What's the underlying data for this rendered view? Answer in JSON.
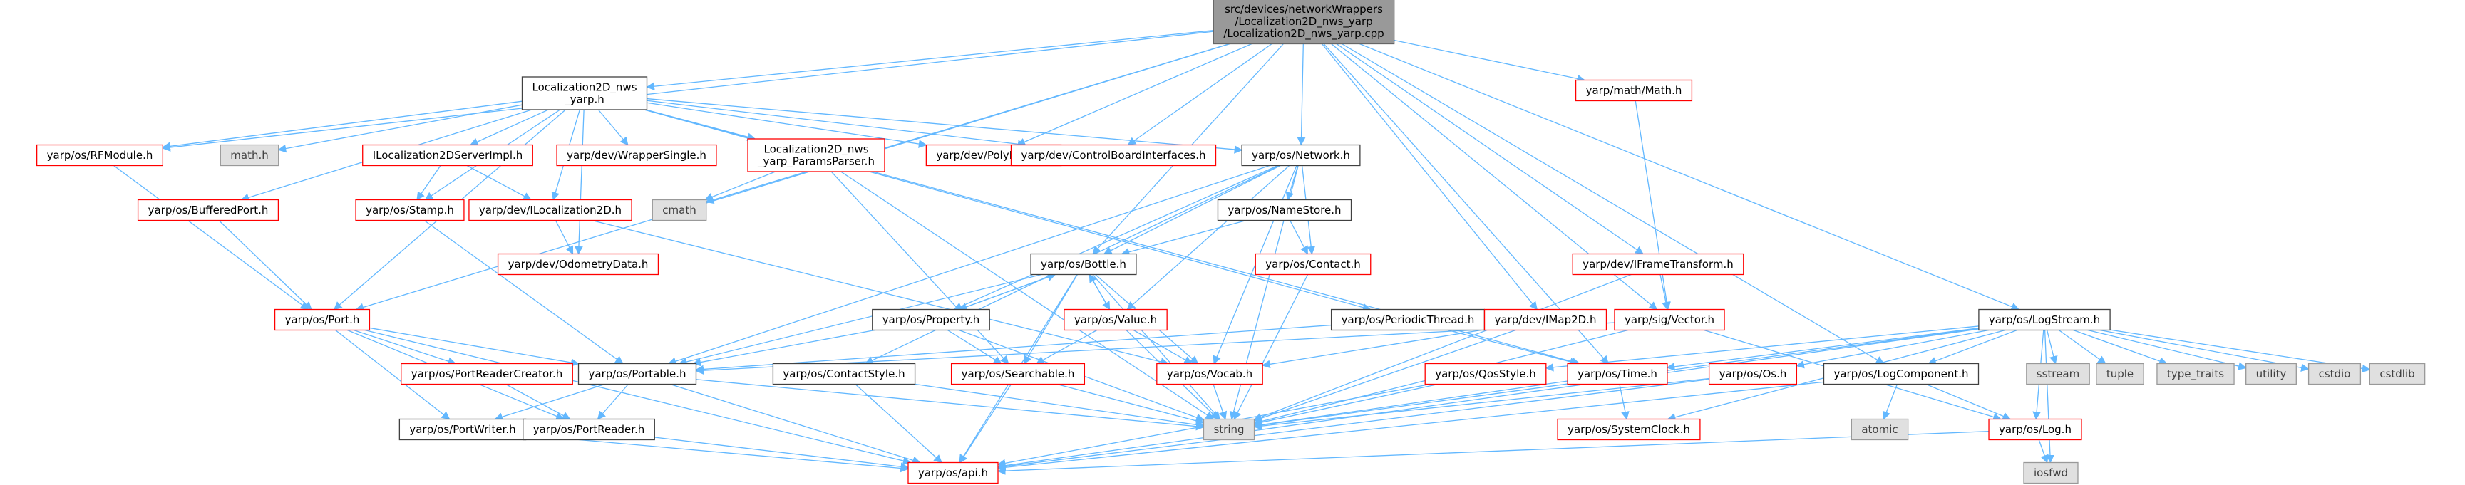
{
  "colors": {
    "edge": "#63b8ff",
    "root_fill": "#999999",
    "root_border": "#666666",
    "normal_border": "#404040",
    "missing_border": "#ff0000",
    "external_fill": "#e0e0e0",
    "external_border": "#999999",
    "external_text": "#404040"
  },
  "nodes": {
    "root": {
      "lines": [
        "src/devices/networkWrappers",
        "/Localization2D_nws_yarp",
        "/Localization2D_nws_yarp.cpp"
      ],
      "kind": "root"
    },
    "loc_h": {
      "lines": [
        "Localization2D_nws",
        "_yarp.h"
      ],
      "kind": "normal"
    },
    "rfmodule": {
      "lines": [
        "yarp/os/RFModule.h"
      ],
      "kind": "missing"
    },
    "bufport": {
      "lines": [
        "yarp/os/BufferedPort.h"
      ],
      "kind": "missing"
    },
    "math_h": {
      "lines": [
        "math.h"
      ],
      "kind": "external"
    },
    "iloc_impl": {
      "lines": [
        "ILocalization2DServerImpl.h"
      ],
      "kind": "missing"
    },
    "wrapsingle": {
      "lines": [
        "yarp/dev/WrapperSingle.h"
      ],
      "kind": "missing"
    },
    "params": {
      "lines": [
        "Localization2D_nws",
        "_yarp_ParamsParser.h"
      ],
      "kind": "missing"
    },
    "polydriver": {
      "lines": [
        "yarp/dev/PolyDriver.h"
      ],
      "kind": "missing"
    },
    "cbi": {
      "lines": [
        "yarp/dev/ControlBoardInterfaces.h"
      ],
      "kind": "missing"
    },
    "network": {
      "lines": [
        "yarp/os/Network.h"
      ],
      "kind": "normal"
    },
    "mathmath": {
      "lines": [
        "yarp/math/Math.h"
      ],
      "kind": "missing"
    },
    "stamp": {
      "lines": [
        "yarp/os/Stamp.h"
      ],
      "kind": "missing"
    },
    "iloc2d": {
      "lines": [
        "yarp/dev/ILocalization2D.h"
      ],
      "kind": "missing"
    },
    "cmath": {
      "lines": [
        "cmath"
      ],
      "kind": "external"
    },
    "namestore": {
      "lines": [
        "yarp/os/NameStore.h"
      ],
      "kind": "normal"
    },
    "odom": {
      "lines": [
        "yarp/dev/OdometryData.h"
      ],
      "kind": "missing"
    },
    "contact": {
      "lines": [
        "yarp/os/Contact.h"
      ],
      "kind": "missing"
    },
    "bottle": {
      "lines": [
        "yarp/os/Bottle.h"
      ],
      "kind": "normal"
    },
    "iframe": {
      "lines": [
        "yarp/dev/IFrameTransform.h"
      ],
      "kind": "missing"
    },
    "port": {
      "lines": [
        "yarp/os/Port.h"
      ],
      "kind": "missing"
    },
    "property": {
      "lines": [
        "yarp/os/Property.h"
      ],
      "kind": "normal"
    },
    "value": {
      "lines": [
        "yarp/os/Value.h"
      ],
      "kind": "missing"
    },
    "periodic": {
      "lines": [
        "yarp/os/PeriodicThread.h"
      ],
      "kind": "normal"
    },
    "imap2d": {
      "lines": [
        "yarp/dev/IMap2D.h"
      ],
      "kind": "missing"
    },
    "sigvector": {
      "lines": [
        "yarp/sig/Vector.h"
      ],
      "kind": "missing"
    },
    "logstream": {
      "lines": [
        "yarp/os/LogStream.h"
      ],
      "kind": "normal"
    },
    "prc": {
      "lines": [
        "yarp/os/PortReaderCreator.h"
      ],
      "kind": "missing"
    },
    "portable": {
      "lines": [
        "yarp/os/Portable.h"
      ],
      "kind": "normal"
    },
    "contactstyle": {
      "lines": [
        "yarp/os/ContactStyle.h"
      ],
      "kind": "normal"
    },
    "searchable": {
      "lines": [
        "yarp/os/Searchable.h"
      ],
      "kind": "missing"
    },
    "vocab": {
      "lines": [
        "yarp/os/Vocab.h"
      ],
      "kind": "missing"
    },
    "qosstyle": {
      "lines": [
        "yarp/os/QosStyle.h"
      ],
      "kind": "missing"
    },
    "time": {
      "lines": [
        "yarp/os/Time.h"
      ],
      "kind": "missing"
    },
    "os": {
      "lines": [
        "yarp/os/Os.h"
      ],
      "kind": "missing"
    },
    "logcomp": {
      "lines": [
        "yarp/os/LogComponent.h"
      ],
      "kind": "normal"
    },
    "sstream": {
      "lines": [
        "sstream"
      ],
      "kind": "external"
    },
    "tuple": {
      "lines": [
        "tuple"
      ],
      "kind": "external"
    },
    "type_traits": {
      "lines": [
        "type_traits"
      ],
      "kind": "external"
    },
    "utility": {
      "lines": [
        "utility"
      ],
      "kind": "external"
    },
    "cstdio": {
      "lines": [
        "cstdio"
      ],
      "kind": "external"
    },
    "cstdlib": {
      "lines": [
        "cstdlib"
      ],
      "kind": "external"
    },
    "portwriter": {
      "lines": [
        "yarp/os/PortWriter.h"
      ],
      "kind": "normal"
    },
    "portreader": {
      "lines": [
        "yarp/os/PortReader.h"
      ],
      "kind": "normal"
    },
    "string": {
      "lines": [
        "string"
      ],
      "kind": "external"
    },
    "sysclock": {
      "lines": [
        "yarp/os/SystemClock.h"
      ],
      "kind": "missing"
    },
    "atomic": {
      "lines": [
        "atomic"
      ],
      "kind": "external"
    },
    "log": {
      "lines": [
        "yarp/os/Log.h"
      ],
      "kind": "missing"
    },
    "api": {
      "lines": [
        "yarp/os/api.h"
      ],
      "kind": "missing"
    },
    "iosfwd": {
      "lines": [
        "iosfwd"
      ],
      "kind": "external"
    }
  },
  "edges": [
    [
      "root",
      "loc_h"
    ],
    [
      "root",
      "rfmodule"
    ],
    [
      "root",
      "cmath"
    ],
    [
      "root",
      "polydriver"
    ],
    [
      "root",
      "cbi"
    ],
    [
      "root",
      "network"
    ],
    [
      "root",
      "mathmath"
    ],
    [
      "root",
      "bottle"
    ],
    [
      "root",
      "imap2d"
    ],
    [
      "root",
      "iframe"
    ],
    [
      "root",
      "sigvector"
    ],
    [
      "root",
      "logcomp"
    ],
    [
      "root",
      "logstream"
    ],
    [
      "root",
      "port"
    ],
    [
      "root",
      "time"
    ],
    [
      "loc_h",
      "rfmodule"
    ],
    [
      "loc_h",
      "bufport"
    ],
    [
      "loc_h",
      "math_h"
    ],
    [
      "loc_h",
      "iloc_impl"
    ],
    [
      "loc_h",
      "wrapsingle"
    ],
    [
      "loc_h",
      "params"
    ],
    [
      "loc_h",
      "polydriver"
    ],
    [
      "loc_h",
      "cbi"
    ],
    [
      "loc_h",
      "network"
    ],
    [
      "loc_h",
      "stamp"
    ],
    [
      "loc_h",
      "iloc2d"
    ],
    [
      "loc_h",
      "odom"
    ],
    [
      "loc_h",
      "port"
    ],
    [
      "loc_h",
      "periodic"
    ],
    [
      "loc_h",
      "time"
    ],
    [
      "rfmodule",
      "port"
    ],
    [
      "bufport",
      "port"
    ],
    [
      "iloc_impl",
      "stamp"
    ],
    [
      "iloc_impl",
      "iloc2d"
    ],
    [
      "params",
      "cmath"
    ],
    [
      "params",
      "searchable"
    ],
    [
      "params",
      "string"
    ],
    [
      "network",
      "namestore"
    ],
    [
      "network",
      "contact"
    ],
    [
      "network",
      "property"
    ],
    [
      "network",
      "contactstyle"
    ],
    [
      "network",
      "portable"
    ],
    [
      "network",
      "value"
    ],
    [
      "network",
      "bottle"
    ],
    [
      "network",
      "string"
    ],
    [
      "network",
      "vocab"
    ],
    [
      "namestore",
      "contact"
    ],
    [
      "namestore",
      "bottle"
    ],
    [
      "contact",
      "string"
    ],
    [
      "stamp",
      "portable"
    ],
    [
      "iloc2d",
      "odom"
    ],
    [
      "iloc2d",
      "vocab"
    ],
    [
      "mathmath",
      "sigvector"
    ],
    [
      "iframe",
      "sigvector"
    ],
    [
      "iframe",
      "string"
    ],
    [
      "bottle",
      "property"
    ],
    [
      "bottle",
      "searchable"
    ],
    [
      "bottle",
      "value"
    ],
    [
      "bottle",
      "portable"
    ],
    [
      "bottle",
      "string"
    ],
    [
      "bottle",
      "vocab"
    ],
    [
      "bottle",
      "api"
    ],
    [
      "property",
      "bottle"
    ],
    [
      "property",
      "searchable"
    ],
    [
      "property",
      "portable"
    ],
    [
      "property",
      "string"
    ],
    [
      "value",
      "bottle"
    ],
    [
      "value",
      "searchable"
    ],
    [
      "value",
      "vocab"
    ],
    [
      "value",
      "string"
    ],
    [
      "periodic",
      "time"
    ],
    [
      "periodic",
      "portable"
    ],
    [
      "imap2d",
      "vocab"
    ],
    [
      "imap2d",
      "string"
    ],
    [
      "sigvector",
      "portable"
    ],
    [
      "sigvector",
      "string"
    ],
    [
      "sigvector",
      "log"
    ],
    [
      "port",
      "portable"
    ],
    [
      "port",
      "prc"
    ],
    [
      "port",
      "portwriter"
    ],
    [
      "port",
      "portreader"
    ],
    [
      "port",
      "api"
    ],
    [
      "prc",
      "portreader"
    ],
    [
      "portable",
      "portwriter"
    ],
    [
      "portable",
      "portreader"
    ],
    [
      "portable",
      "api"
    ],
    [
      "portable",
      "string"
    ],
    [
      "contactstyle",
      "string"
    ],
    [
      "contactstyle",
      "api"
    ],
    [
      "searchable",
      "string"
    ],
    [
      "searchable",
      "api"
    ],
    [
      "vocab",
      "string"
    ],
    [
      "qosstyle",
      "string"
    ],
    [
      "qosstyle",
      "api"
    ],
    [
      "time",
      "string"
    ],
    [
      "time",
      "sysclock"
    ],
    [
      "os",
      "string"
    ],
    [
      "os",
      "api"
    ],
    [
      "logstream",
      "string"
    ],
    [
      "logstream",
      "time"
    ],
    [
      "logstream",
      "qosstyle"
    ],
    [
      "logstream",
      "os"
    ],
    [
      "logstream",
      "logcomp"
    ],
    [
      "logstream",
      "log"
    ],
    [
      "logstream",
      "sstream"
    ],
    [
      "logstream",
      "tuple"
    ],
    [
      "logstream",
      "type_traits"
    ],
    [
      "logstream",
      "utility"
    ],
    [
      "logstream",
      "cstdio"
    ],
    [
      "logstream",
      "cstdlib"
    ],
    [
      "logstream",
      "iosfwd"
    ],
    [
      "logstream",
      "api"
    ],
    [
      "logstream",
      "sysclock"
    ],
    [
      "logcomp",
      "atomic"
    ],
    [
      "logcomp",
      "log"
    ],
    [
      "logcomp",
      "api"
    ],
    [
      "log",
      "iosfwd"
    ],
    [
      "log",
      "api"
    ],
    [
      "portwriter",
      "api"
    ],
    [
      "portreader",
      "api"
    ]
  ]
}
